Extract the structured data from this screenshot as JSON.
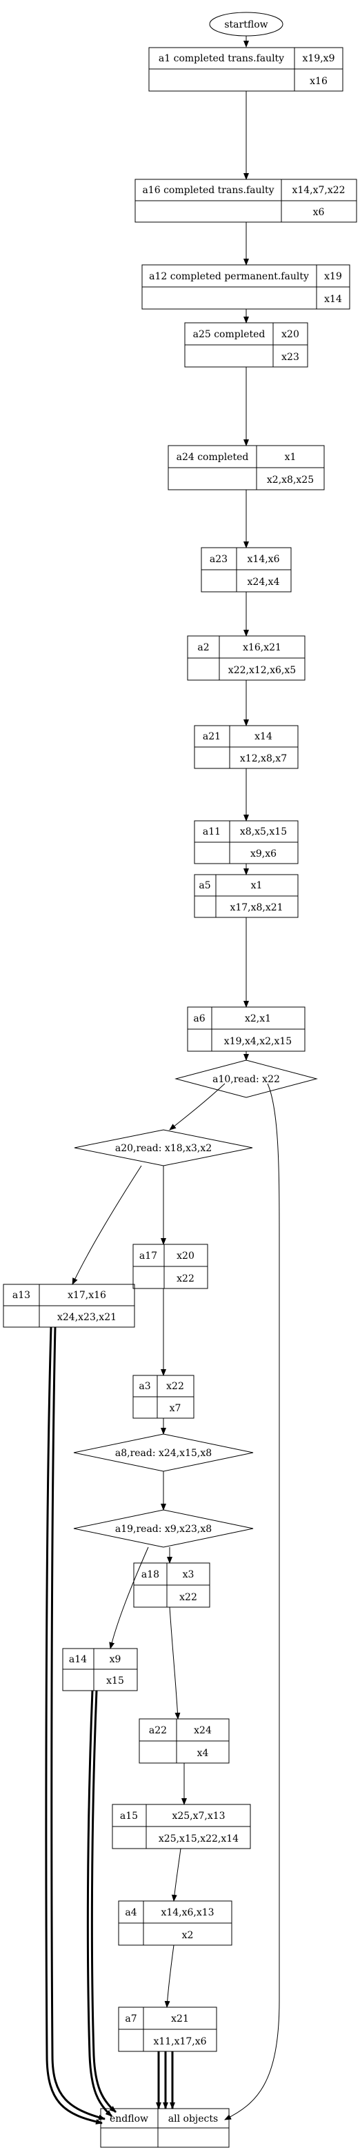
{
  "flow": {
    "start": "startflow",
    "end": {
      "label": "endflow",
      "value": "all objects"
    }
  },
  "nodes": {
    "a1": {
      "label": "a1 completed trans.faulty",
      "top": "x19,x9",
      "bottom": "x16"
    },
    "a16": {
      "label": "a16 completed trans.faulty",
      "top": "x14,x7,x22",
      "bottom": "x6"
    },
    "a12": {
      "label": "a12 completed permanent.faulty",
      "top": "x19",
      "bottom": "x14"
    },
    "a25": {
      "label": "a25 completed",
      "top": "x20",
      "bottom": "x23"
    },
    "a24": {
      "label": "a24 completed",
      "top": "x1",
      "bottom": "x2,x8,x25"
    },
    "a23": {
      "label": "a23",
      "top": "x14,x6",
      "bottom": "x24,x4"
    },
    "a2": {
      "label": "a2",
      "top": "x16,x21",
      "bottom": "x22,x12,x6,x5"
    },
    "a21": {
      "label": "a21",
      "top": "x14",
      "bottom": "x12,x8,x7"
    },
    "a11": {
      "label": "a11",
      "top": "x8,x5,x15",
      "bottom": "x9,x6"
    },
    "a5": {
      "label": "a5",
      "top": "x1",
      "bottom": "x17,x8,x21"
    },
    "a6": {
      "label": "a6",
      "top": "x2,x1",
      "bottom": "x19,x4,x2,x15"
    },
    "a17": {
      "label": "a17",
      "top": "x20",
      "bottom": "x22"
    },
    "a13": {
      "label": "a13",
      "top": "x17,x16",
      "bottom": "x24,x23,x21"
    },
    "a3": {
      "label": "a3",
      "top": "x22",
      "bottom": "x7"
    },
    "a18": {
      "label": "a18",
      "top": "x3",
      "bottom": "x22"
    },
    "a14": {
      "label": "a14",
      "top": "x9",
      "bottom": "x15"
    },
    "a22": {
      "label": "a22",
      "top": "x24",
      "bottom": "x4"
    },
    "a15": {
      "label": "a15",
      "top": "x25,x7,x13",
      "bottom": "x25,x15,x22,x14"
    },
    "a4": {
      "label": "a4",
      "top": "x14,x6,x13",
      "bottom": "x2"
    },
    "a7": {
      "label": "a7",
      "top": "x21",
      "bottom": "x11,x17,x6"
    }
  },
  "decisions": {
    "a10": "a10,read: x22",
    "a20": "a20,read: x18,x3,x2",
    "a8": "a8,read: x24,x15,x8",
    "a19": "a19,read: x9,x23,x8"
  }
}
